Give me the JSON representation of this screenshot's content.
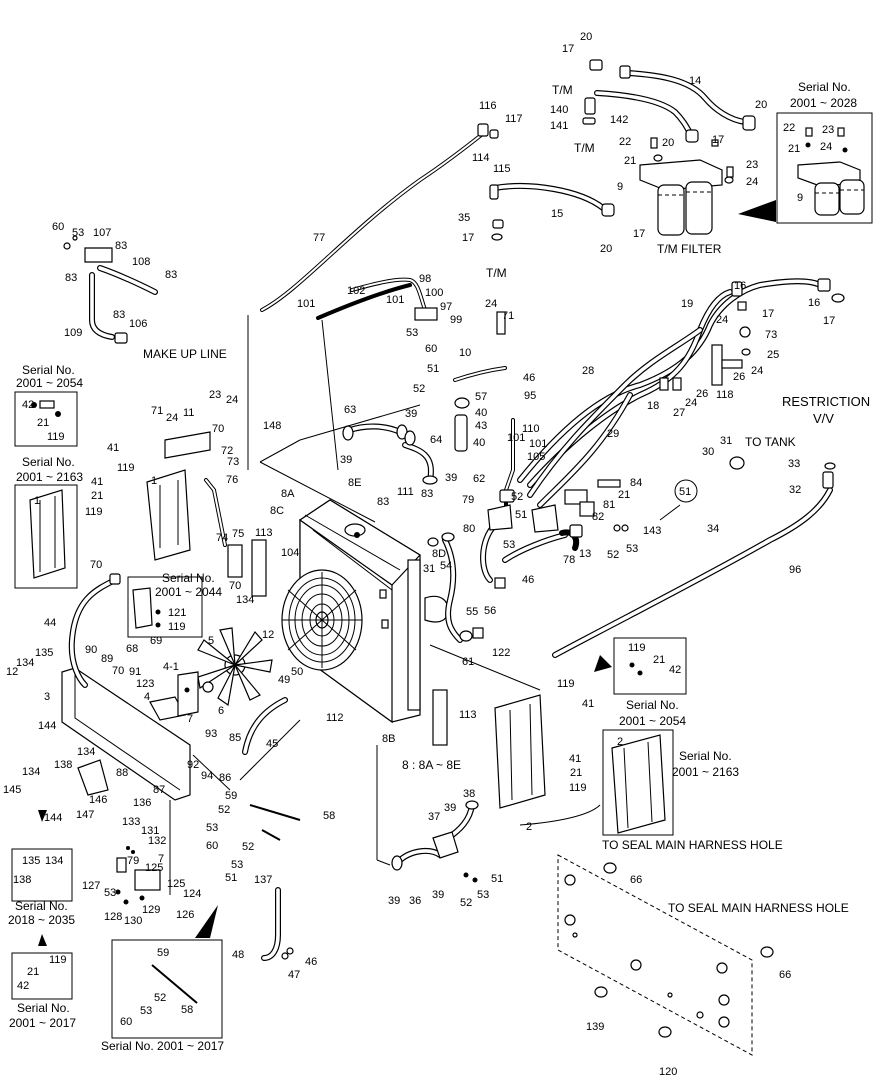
{
  "callouts": {
    "n1": "1",
    "n2": "2",
    "n3": "3",
    "n4": "4",
    "n4_1": "4-1",
    "n5": "5",
    "n6": "6",
    "n7": "7",
    "n8a": "8A",
    "n8b": "8B",
    "n8c": "8C",
    "n8d": "8D",
    "n8e": "8E",
    "n9": "9",
    "n10": "10",
    "n11": "11",
    "n12": "12",
    "n13": "13",
    "n14": "14",
    "n15": "15",
    "n16": "16",
    "n17": "17",
    "n18": "18",
    "n19": "19",
    "n20": "20",
    "n21": "21",
    "n22": "22",
    "n23": "23",
    "n24": "24",
    "n25": "25",
    "n26": "26",
    "n27": "27",
    "n28": "28",
    "n29": "29",
    "n30": "30",
    "n31": "31",
    "n32": "32",
    "n33": "33",
    "n34": "34",
    "n35": "35",
    "n36": "36",
    "n37": "37",
    "n38": "38",
    "n39": "39",
    "n40": "40",
    "n41": "41",
    "n42": "42",
    "n43": "43",
    "n44": "44",
    "n45": "45",
    "n46": "46",
    "n47": "47",
    "n48": "48",
    "n49": "49",
    "n50": "50",
    "n51": "51",
    "n52": "52",
    "n53": "53",
    "n54": "54",
    "n55": "55",
    "n56": "56",
    "n57": "57",
    "n58": "58",
    "n59": "59",
    "n60": "60",
    "n61": "61",
    "n62": "62",
    "n63": "63",
    "n64": "64",
    "n66": "66",
    "n68": "68",
    "n69": "69",
    "n70": "70",
    "n71": "71",
    "n72": "72",
    "n73": "73",
    "n74": "74",
    "n75": "75",
    "n76": "76",
    "n77": "77",
    "n78": "78",
    "n79": "79",
    "n80": "80",
    "n81": "81",
    "n82": "82",
    "n83": "83",
    "n84": "84",
    "n85": "85",
    "n86": "86",
    "n87": "87",
    "n88": "88",
    "n89": "89",
    "n90": "90",
    "n91": "91",
    "n92": "92",
    "n93": "93",
    "n94": "94",
    "n95": "95",
    "n96": "96",
    "n97": "97",
    "n98": "98",
    "n99": "99",
    "n100": "100",
    "n101": "101",
    "n102": "102",
    "n104": "104",
    "n105": "105",
    "n106": "106",
    "n107": "107",
    "n108": "108",
    "n109": "109",
    "n110": "110",
    "n111": "111",
    "n112": "112",
    "n113": "113",
    "n114": "114",
    "n115": "115",
    "n116": "116",
    "n117": "117",
    "n118": "118",
    "n119": "119",
    "n120": "120",
    "n121": "121",
    "n122": "122",
    "n123": "123",
    "n124": "124",
    "n125": "125",
    "n126": "126",
    "n127": "127",
    "n128": "128",
    "n129": "129",
    "n130": "130",
    "n131": "131",
    "n132": "132",
    "n133": "133",
    "n134": "134",
    "n135": "135",
    "n136": "136",
    "n137": "137",
    "n138": "138",
    "n139": "139",
    "n140": "140",
    "n141": "141",
    "n142": "142",
    "n143": "143",
    "n144": "144",
    "n145": "145",
    "n146": "146",
    "n147": "147",
    "n148": "148"
  },
  "text": {
    "tm": "T/M",
    "tm_filter": "T/M FILTER",
    "makeup_line": "MAKE UP LINE",
    "restriction": "RESTRICTION",
    "vv": "V/V",
    "to_tank": "TO TANK",
    "to_seal_1": "TO SEAL MAIN HARNESS HOLE",
    "to_seal_2": "TO SEAL MAIN HARNESS HOLE",
    "legend_8": "8  : 8A ~ 8E",
    "circle_51": "51",
    "serial_no": "Serial No.",
    "range_2001_2028": "2001 ~ 2028",
    "range_2001_2054": "2001 ~ 2054",
    "range_2001_2163": "2001 ~ 2163",
    "range_2001_2044": "2001 ~ 2044",
    "range_2018_2035": "2018 ~ 2035",
    "range_2001_2017": "2001 ~ 2017",
    "serial_2001_2017_full": "Serial No. 2001 ~ 2017"
  },
  "colors": {
    "ink": "#000000",
    "paper": "#ffffff",
    "shade": "#cfcfcf"
  }
}
